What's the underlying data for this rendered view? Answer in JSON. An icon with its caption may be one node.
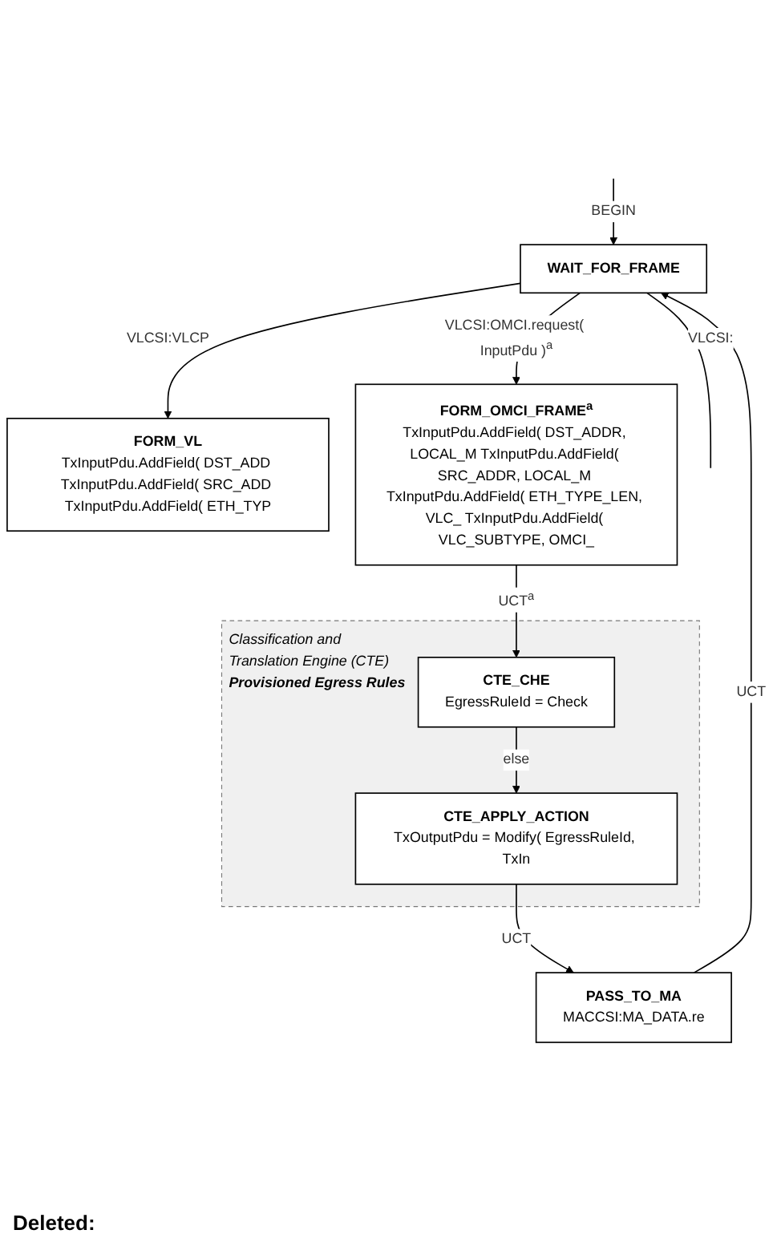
{
  "diagram": {
    "nodes": [
      {
        "text": [
          "WAIT_FOR_FRAME"
        ]
      },
      {
        "text": [
          "FORM_VL",
          "TxInputPdu.AddField( DST_ADD TxInputPdu.AddField( SRC_ADD TxInputPdu.AddField( ETH_TYP"
        ]
      },
      {
        "text": [
          "FORM_OMCI_FRAME$^{a}$",
          "TxInputPdu.AddField( DST_ADDR, LOCAL_M TxInputPdu.AddField( SRC_ADDR, LOCAL_M TxInputPdu.AddField( ETH_TYPE_LEN, VLC_ TxInputPdu.AddField( VLC_SUBTYPE, OMCI_"
        ]
      },
      {
        "text": [
          "Classification and Translation Engine (CTE)",
          "Provisioned Egress Rules"
        ]
      },
      {
        "text": [
          "CTE_CHE",
          "EgressRuleId = Check"
        ],
        "in": 3
      },
      {
        "text": [
          "CTE_APPLY_ACTION",
          "TxOutputPdu = Modify( EgressRuleId, TxIn"
        ],
        "in": 3
      },
      {
        "text": [
          "PASS_TO_MA",
          "MACCSI:MA_DATA.re"
        ]
      }
    ],
    "edges": [
      {
        "from": null,
        "to": 0,
        "arrow": "to",
        "label": "BEGIN"
      },
      {
        "from": 0,
        "to": null,
        "arrow": "none",
        "label": "VLCSI:"
      },
      {
        "from": 0,
        "to": 1,
        "arrow": "to",
        "label": "VLCSI:VLCP"
      },
      {
        "from": 0,
        "to": 2,
        "arrow": "to",
        "label": "VLCSI:OMCI.request( InputPdu )$^{a}$"
      },
      {
        "from": 2,
        "to": 4,
        "arrow": "to",
        "label": "UCT$^{a}$"
      },
      {
        "from": 4,
        "to": 5,
        "arrow": "to",
        "label": "else"
      },
      {
        "from": 5,
        "to": 6,
        "arrow": "to",
        "label": "UCT"
      },
      {
        "from": 6,
        "to": 0,
        "arrow": "to",
        "label": "UCT"
      }
    ],
    "labels": [
      "Deleted:"
    ]
  }
}
